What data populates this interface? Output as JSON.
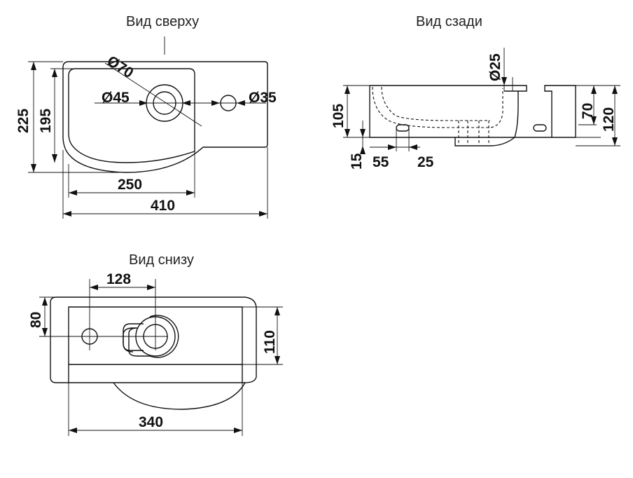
{
  "views": {
    "top": {
      "title": "Вид сверху",
      "dims": {
        "d70": "Ø70",
        "d45": "Ø45",
        "d35": "Ø35",
        "h225": "225",
        "h195": "195",
        "w250": "250",
        "w410": "410"
      }
    },
    "back": {
      "title": "Вид сзади",
      "dims": {
        "d25": "Ø25",
        "h105": "105",
        "h70": "70",
        "h120": "120",
        "h15": "15",
        "w55": "55",
        "w25": "25"
      }
    },
    "bottom": {
      "title": "Вид снизу",
      "dims": {
        "w128": "128",
        "h80": "80",
        "h110": "110",
        "w340": "340"
      }
    }
  }
}
